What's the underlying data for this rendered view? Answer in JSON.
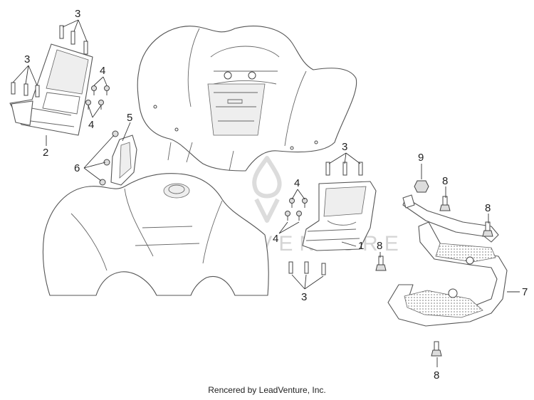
{
  "callouts": {
    "c1": "1",
    "c2": "2",
    "c3a": "3",
    "c3b": "3",
    "c3c": "3",
    "c3d": "3",
    "c4a": "4",
    "c4b": "4",
    "c4c": "4",
    "c4d": "4",
    "c5": "5",
    "c6": "6",
    "c7": "7",
    "c8a": "8",
    "c8b": "8",
    "c8c": "8",
    "c8d": "8",
    "c9": "9"
  },
  "watermark": {
    "text": "LEADVENTURE"
  },
  "footer": {
    "credit": "Rencered by LeadVenture, Inc."
  }
}
